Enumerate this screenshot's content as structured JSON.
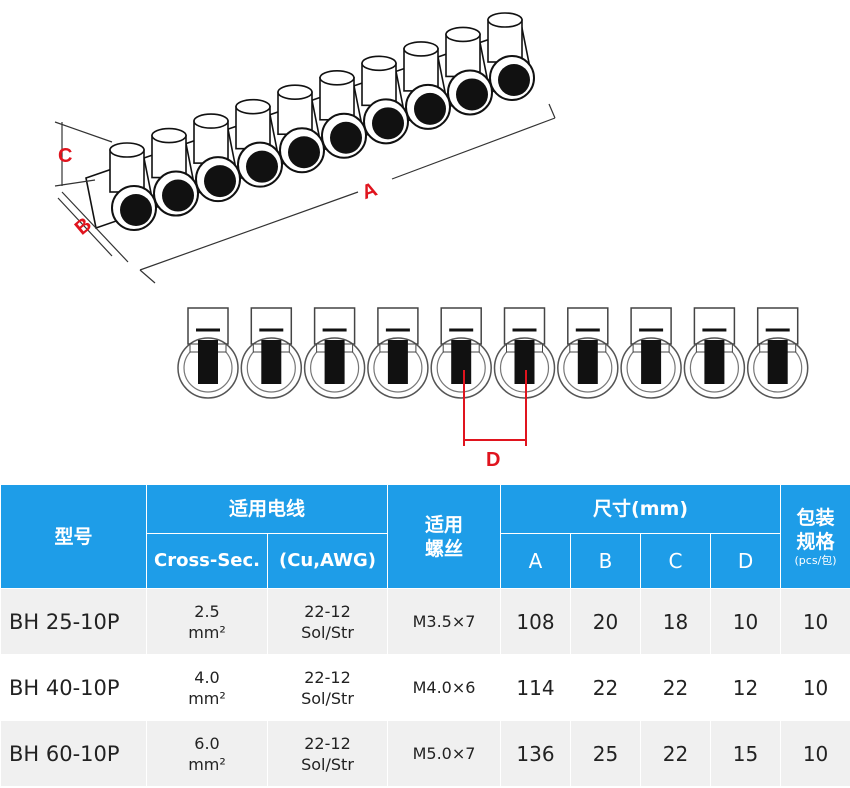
{
  "drawing": {
    "label_a": "A",
    "label_b": "B",
    "label_c": "C",
    "label_d": "D",
    "terminal_count": 10
  },
  "table": {
    "header_model": "型号",
    "header_wire": "适用电线",
    "header_cross_sec": "Cross-Sec.",
    "header_cu_awg": "(Cu,AWG)",
    "header_screw_line1": "适用",
    "header_screw_line2": "螺丝",
    "header_size": "尺寸(mm)",
    "header_a": "A",
    "header_b": "B",
    "header_c": "C",
    "header_d": "D",
    "header_pack_line1": "包装",
    "header_pack_line2": "规格",
    "header_pack_unit": "(pcs/包)",
    "rows": [
      {
        "model": "BH 25-10P",
        "cross_value": "2.5",
        "cross_unit": "mm²",
        "awg_range": "22-12",
        "awg_type": "Sol/Str",
        "screw": "M3.5×7",
        "a": "108",
        "b": "20",
        "c": "18",
        "d": "10",
        "pack": "10"
      },
      {
        "model": "BH 40-10P",
        "cross_value": "4.0",
        "cross_unit": "mm²",
        "awg_range": "22-12",
        "awg_type": "Sol/Str",
        "screw": "M4.0×6",
        "a": "114",
        "b": "22",
        "c": "22",
        "d": "12",
        "pack": "10"
      },
      {
        "model": "BH 60-10P",
        "cross_value": "6.0",
        "cross_unit": "mm²",
        "awg_range": "22-12",
        "awg_type": "Sol/Str",
        "screw": "M5.0×7",
        "a": "136",
        "b": "25",
        "c": "22",
        "d": "15",
        "pack": "10"
      }
    ]
  },
  "colors": {
    "header_blue": "#1e9de8",
    "dimension_red": "#e0141e",
    "row_gray": "#f0f0f0"
  }
}
